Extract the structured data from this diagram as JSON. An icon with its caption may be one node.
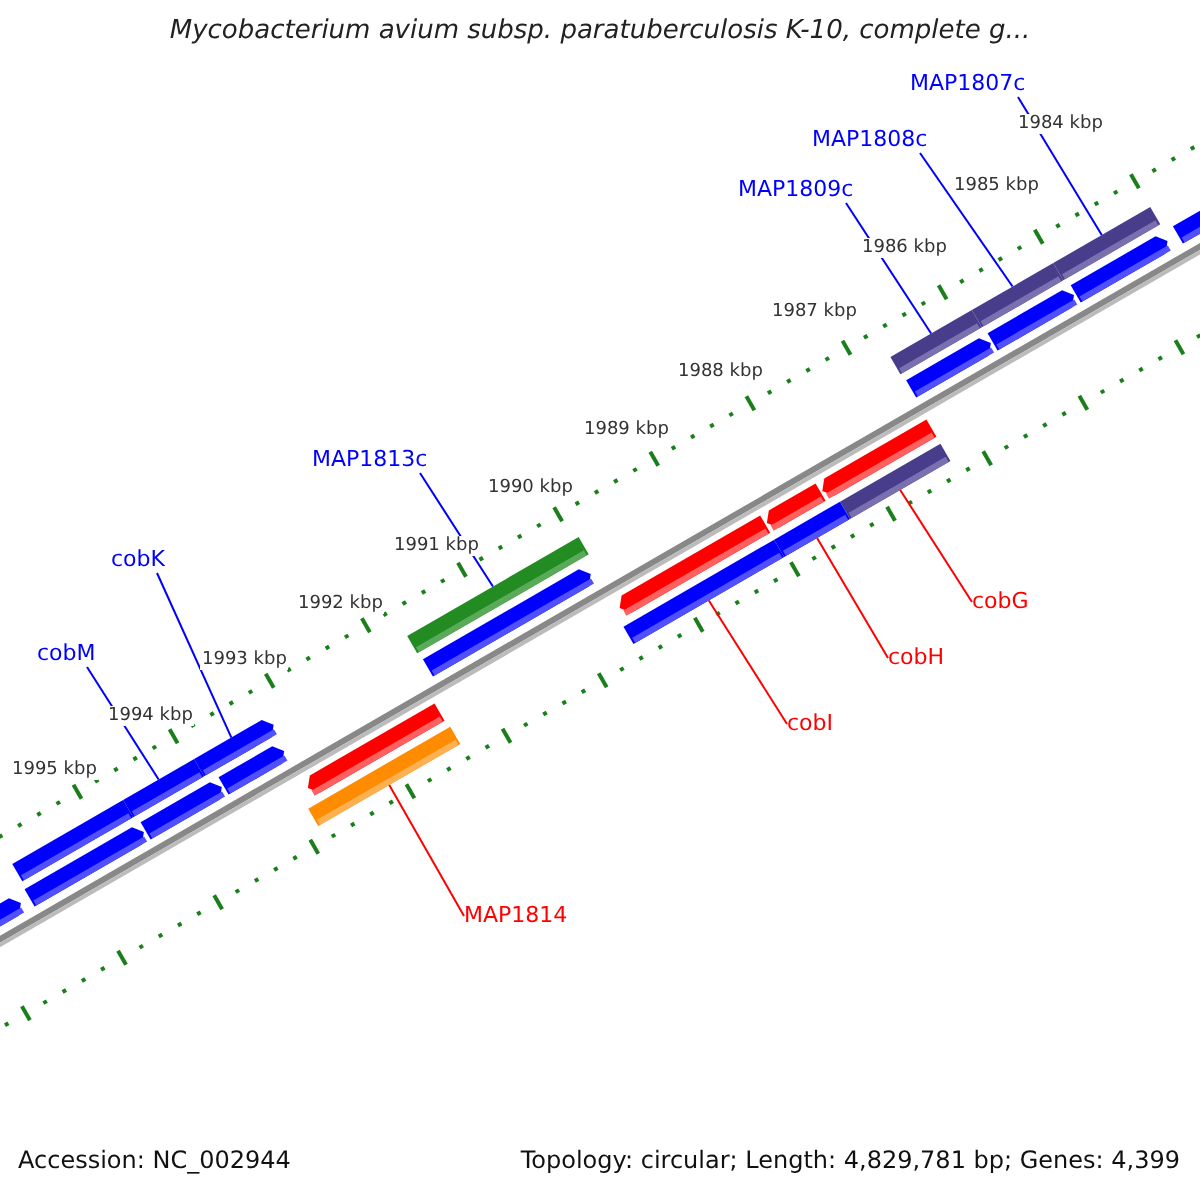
{
  "diagram": {
    "title": "Mycobacterium avium subsp. paratuberculosis K-10, complete g...",
    "nodes": [
      {
        "text": [
          "MAP1807c"
        ]
      },
      {
        "text": [],
        "shape": "bar"
      },
      {
        "text": [
          "MAP1808c"
        ]
      },
      {
        "text": [],
        "shape": "bar"
      },
      {
        "text": [
          "MAP1809c"
        ]
      },
      {
        "text": [],
        "shape": "bar"
      },
      {
        "text": [
          "MAP1813c"
        ]
      },
      {
        "text": [],
        "shape": "bar"
      },
      {
        "text": [
          "cobK"
        ]
      },
      {
        "text": [],
        "shape": "arrow"
      },
      {
        "text": [
          "cobM"
        ]
      },
      {
        "text": [],
        "shape": "bar"
      },
      {
        "text": [
          "cobG"
        ]
      },
      {
        "text": [],
        "shape": "bar"
      },
      {
        "text": [
          "cobH"
        ]
      },
      {
        "text": [],
        "shape": "bar"
      },
      {
        "text": [
          "cobI"
        ]
      },
      {
        "text": [],
        "shape": "bar"
      },
      {
        "text": [
          "MAP1814"
        ]
      },
      {
        "text": [],
        "shape": "bar"
      },
      {
        "text": [],
        "shape": "arrow"
      },
      {
        "text": [],
        "shape": "arrow"
      },
      {
        "text": [],
        "shape": "arrow"
      },
      {
        "text": [],
        "shape": "arrow"
      },
      {
        "text": [],
        "shape": "bar"
      },
      {
        "text": [],
        "shape": "arrow"
      },
      {
        "text": [],
        "shape": "arrow"
      },
      {
        "text": [],
        "shape": "arrow"
      },
      {
        "text": [],
        "shape": "arrow"
      },
      {
        "text": [],
        "shape": "arrow"
      },
      {
        "text": [],
        "shape": "arrow"
      },
      {
        "text": [],
        "shape": "arrow"
      },
      {
        "text": [],
        "shape": "arrow"
      },
      {
        "text": [],
        "shape": "arrow"
      }
    ],
    "edges": [
      {
        "from": 0,
        "to": 1,
        "arrow": "none"
      },
      {
        "from": 2,
        "to": 3,
        "arrow": "none"
      },
      {
        "from": 4,
        "to": 5,
        "arrow": "none"
      },
      {
        "from": 6,
        "to": 7,
        "arrow": "none"
      },
      {
        "from": 8,
        "to": 9,
        "arrow": "none"
      },
      {
        "from": 10,
        "to": 11,
        "arrow": "none"
      },
      {
        "from": 12,
        "to": 13,
        "arrow": "none",
        "color": "#ff0000"
      },
      {
        "from": 14,
        "to": 15,
        "arrow": "none",
        "color": "#ff0000"
      },
      {
        "from": 16,
        "to": 17,
        "arrow": "none",
        "color": "#ff0000"
      },
      {
        "from": 18,
        "to": 19,
        "arrow": "none",
        "color": "#ff0000"
      }
    ],
    "labels": [
      "1984 kbp",
      "1985 kbp",
      "1986 kbp",
      "1987 kbp",
      "1988 kbp",
      "1989 kbp",
      "1990 kbp",
      "1991 kbp",
      "1992 kbp",
      "1993 kbp",
      "1994 kbp",
      "1995 kbp",
      "Accession: NC_002944",
      "Topology: circular; Length: 4,829,781 bp; Genes: 4,399"
    ]
  }
}
